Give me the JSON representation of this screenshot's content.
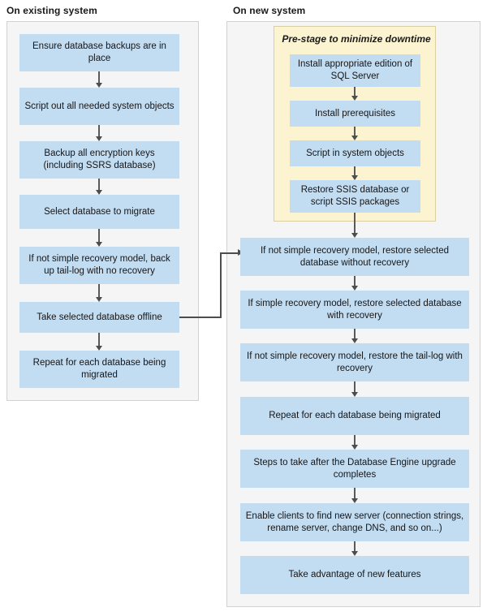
{
  "diagram": {
    "title_existing": "On existing system",
    "title_new": "On new system",
    "prestage_title": "Pre-stage to minimize downtime",
    "colors": {
      "node_fill": "#c2dcf2",
      "panel_fill": "#f5f5f5",
      "panel_border": "#d2d2d2",
      "prestage_fill": "#fcf4d0",
      "prestage_border": "#d8cfa4",
      "arrow": "#4d4d4d",
      "text": "#161616"
    },
    "existing_steps": [
      "Ensure database backups are in place",
      "Script out all needed system objects",
      "Backup all encryption keys (including SSRS database)",
      "Select database to migrate",
      "If not simple recovery model, back up tail-log with no recovery",
      "Take selected database offline",
      "Repeat for each database being migrated"
    ],
    "prestage_steps": [
      "Install appropriate edition of SQL Server",
      "Install prerequisites",
      "Script in system objects",
      "Restore SSIS database or script SSIS packages"
    ],
    "new_steps": [
      "If not simple recovery model, restore selected database without recovery",
      "If simple recovery model, restore selected database with recovery",
      "If not simple recovery model, restore the tail-log with recovery",
      "Repeat for each database being migrated",
      "Steps to take after the Database Engine upgrade completes",
      "Enable clients to find new server (connection strings, rename server, change DNS, and so on...)",
      "Take advantage of new features"
    ]
  }
}
